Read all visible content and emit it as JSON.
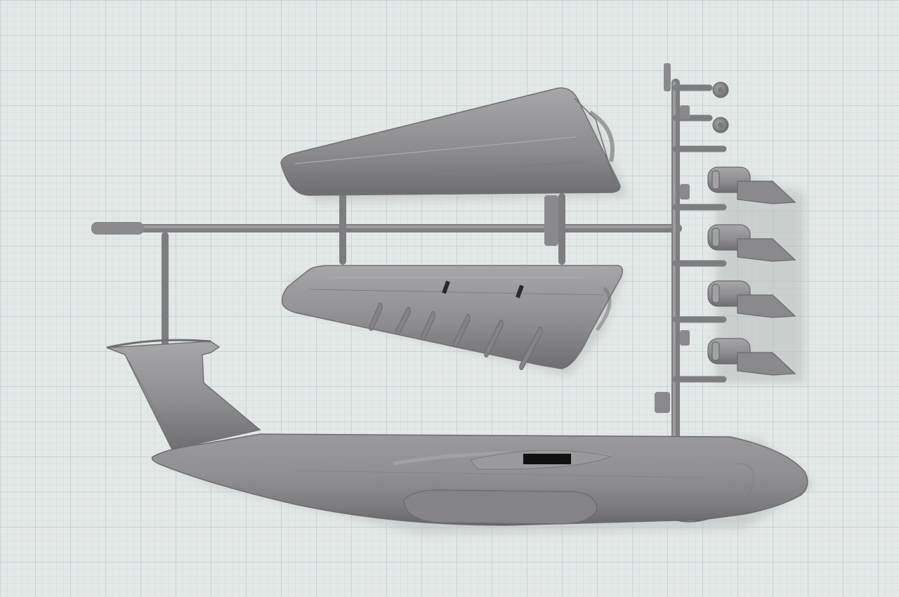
{
  "photo": {
    "colors": {
      "paper": "#e4e8e6",
      "grid_minor": "#cfd8dc",
      "grid_major": "#a9c0cc",
      "plastic": "#8e8e90",
      "plastic_light": "#a7a7a9",
      "plastic_dark": "#6e6e70",
      "shadow": "#c6cac9",
      "window_cutout": "#111111"
    },
    "parts": [
      "sprue-frame",
      "upper-wing",
      "lower-wing",
      "fuselage",
      "tail-fin",
      "engine-nacelles",
      "landing-wheels"
    ]
  }
}
